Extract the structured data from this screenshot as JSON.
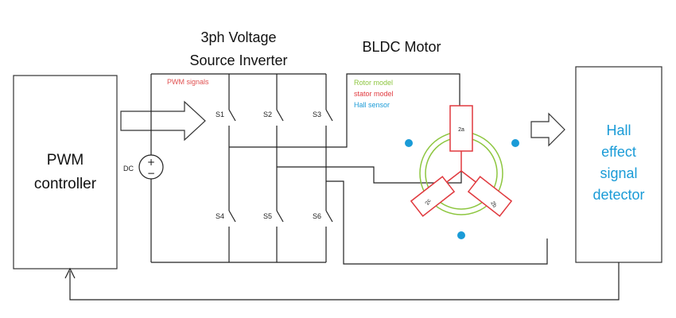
{
  "header": {
    "inverter_title_line1": "3ph Voltage",
    "inverter_title_line2": "Source Inverter",
    "motor_title": "BLDC Motor"
  },
  "pwm_controller": {
    "line1": "PWM",
    "line2": "controller"
  },
  "hall_detector": {
    "line1": "Hall",
    "line2": "effect",
    "line3": "signal",
    "line4": "detector"
  },
  "inverter": {
    "pwm_signals_label": "PWM signals",
    "dc_label": "DC",
    "plus_sign": "+",
    "minus_sign": "−",
    "switches": [
      "S1",
      "S2",
      "S3",
      "S4",
      "S5",
      "S6"
    ]
  },
  "motor": {
    "legend": {
      "rotor": "Rotor model",
      "stator": "stator model",
      "hall": "Hall sensor"
    },
    "coil_labels": [
      "2a",
      "2b",
      "2c"
    ]
  },
  "colors": {
    "line": "#222222",
    "stroke_box": "#333333",
    "rotor_green": "#8dc63f",
    "stator_red": "#e0393e",
    "hall_blue": "#1a9bd7",
    "pwm_red": "#e05050"
  }
}
